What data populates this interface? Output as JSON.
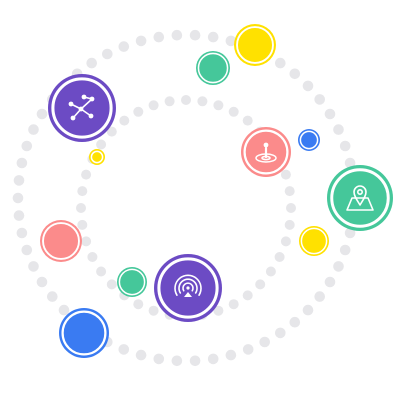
{
  "colors": {
    "dot": "#e6e6e9",
    "white": "#ffffff",
    "purple": "#6c4bc4",
    "green": "#45c79a",
    "yellow": "#ffe100",
    "blue": "#3a7bf2",
    "coral": "#fb8b8b"
  },
  "nodes": [
    {
      "name": "network-node",
      "color": "purple",
      "icon": "network-icon"
    },
    {
      "name": "airplay-node",
      "color": "purple",
      "icon": "airplay-icon"
    },
    {
      "name": "map-pin-node",
      "color": "green",
      "icon": "map-pin-icon"
    },
    {
      "name": "location-node",
      "color": "coral",
      "icon": "location-icon"
    },
    {
      "name": "yellow-circle-top",
      "color": "yellow",
      "icon": ""
    },
    {
      "name": "yellow-circle-right",
      "color": "yellow",
      "icon": ""
    },
    {
      "name": "yellow-dot-small",
      "color": "yellow",
      "icon": ""
    },
    {
      "name": "green-circle-top",
      "color": "green",
      "icon": ""
    },
    {
      "name": "green-circle-bottom",
      "color": "green",
      "icon": ""
    },
    {
      "name": "blue-circle-right",
      "color": "blue",
      "icon": ""
    },
    {
      "name": "blue-circle-bottom",
      "color": "blue",
      "icon": ""
    },
    {
      "name": "coral-circle-left",
      "color": "coral",
      "icon": ""
    }
  ]
}
